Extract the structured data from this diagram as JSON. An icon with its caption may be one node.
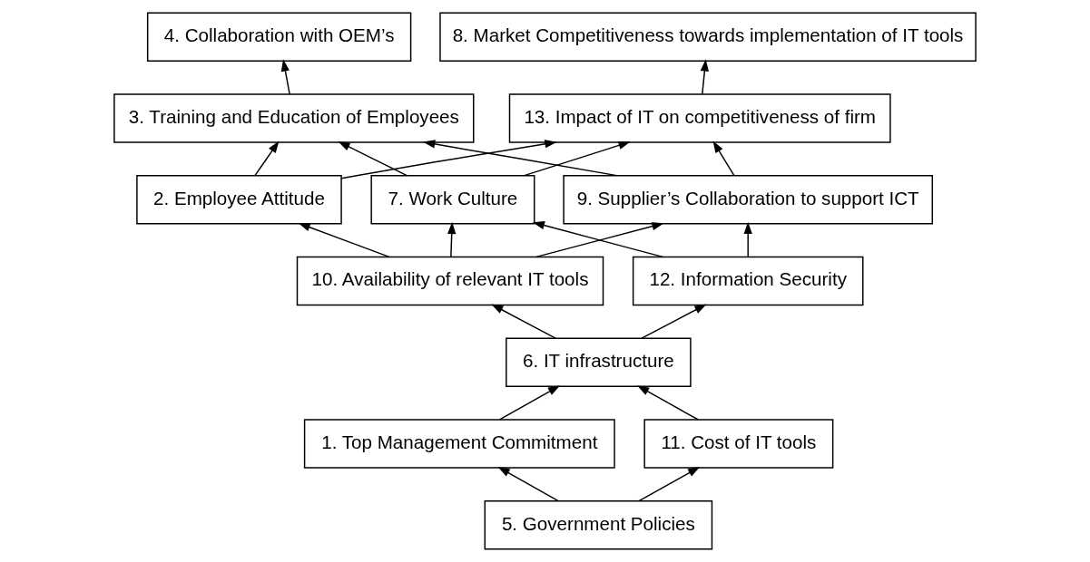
{
  "diagram": {
    "nodes": [
      {
        "text": [
          "4. Collaboration with OEM’s"
        ]
      },
      {
        "text": [
          "8. Market Competitiveness towards implementation of IT tools"
        ]
      },
      {
        "text": [
          "3. Training and Education of Employees"
        ]
      },
      {
        "text": [
          "13. Impact of IT on competitiveness of firm"
        ]
      },
      {
        "text": [
          "9. Supplier’s Collaboration to support ICT"
        ]
      },
      {
        "text": [
          "2. Employee Attitude"
        ]
      },
      {
        "text": [
          "7. Work Culture"
        ]
      },
      {
        "text": [
          "10. Availability of relevant IT tools"
        ]
      },
      {
        "text": [
          "12. Information Security"
        ]
      },
      {
        "text": [
          "6. IT infrastructure"
        ]
      },
      {
        "text": [
          "1. Top Management Commitment"
        ]
      },
      {
        "text": [
          "11. Cost of IT tools"
        ]
      },
      {
        "text": [
          "5. Government Policies"
        ]
      }
    ],
    "edges": [
      {
        "from": 2,
        "to": 0,
        "arrow": "to"
      },
      {
        "from": 3,
        "to": 1,
        "arrow": "to"
      },
      {
        "from": 4,
        "to": 2,
        "arrow": "to"
      },
      {
        "from": 5,
        "to": 2,
        "arrow": "to"
      },
      {
        "from": 6,
        "to": 2,
        "arrow": "to"
      },
      {
        "from": 4,
        "to": 3,
        "arrow": "to"
      },
      {
        "from": 5,
        "to": 3,
        "arrow": "to"
      },
      {
        "from": 6,
        "to": 3,
        "arrow": "to"
      },
      {
        "from": 7,
        "to": 4,
        "arrow": "to"
      },
      {
        "from": 7,
        "to": 5,
        "arrow": "to"
      },
      {
        "from": 7,
        "to": 6,
        "arrow": "to"
      },
      {
        "from": 8,
        "to": 4,
        "arrow": "to"
      },
      {
        "from": 8,
        "to": 6,
        "arrow": "to"
      },
      {
        "from": 9,
        "to": 7,
        "arrow": "to"
      },
      {
        "from": 9,
        "to": 8,
        "arrow": "to"
      },
      {
        "from": 10,
        "to": 9,
        "arrow": "to"
      },
      {
        "from": 11,
        "to": 9,
        "arrow": "to"
      },
      {
        "from": 12,
        "to": 10,
        "arrow": "to"
      },
      {
        "from": 12,
        "to": 11,
        "arrow": "to"
      }
    ]
  }
}
